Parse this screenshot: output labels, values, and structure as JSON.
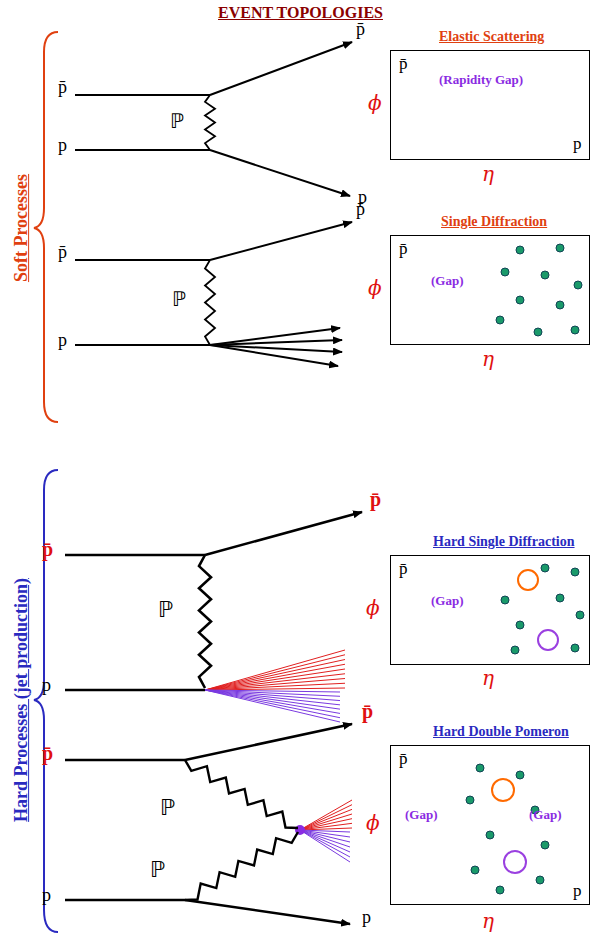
{
  "diagram": {
    "title": "EVENT TOPOLOGIES",
    "nodes": [
      {
        "text": [
          "Elastic Scattering",
          "p̄",
          "(Rapidity Gap)",
          "p"
        ]
      },
      {
        "text": [
          "Single Diffraction",
          "p̄",
          "(Gap)"
        ]
      },
      {
        "text": [
          "Hard Single Diffraction",
          "p̄",
          "(Gap)"
        ]
      },
      {
        "text": [
          "Hard Double Pomeron",
          "p̄",
          "(Gap)",
          "(Gap)",
          "p"
        ]
      }
    ],
    "labels": [
      "Soft Processes",
      "Hard Processes (jet production)",
      "p̄",
      "p",
      "ℙ",
      "p̄",
      "p",
      "ϕ",
      "η",
      "p̄",
      "p",
      "ℙ",
      "p̄",
      "ϕ",
      "η",
      "p̄",
      "p",
      "ℙ",
      "p̄",
      "ϕ",
      "η",
      "p̄",
      "p",
      "ℙ",
      "ℙ",
      "p̄",
      "p",
      "ϕ",
      "η"
    ]
  }
}
